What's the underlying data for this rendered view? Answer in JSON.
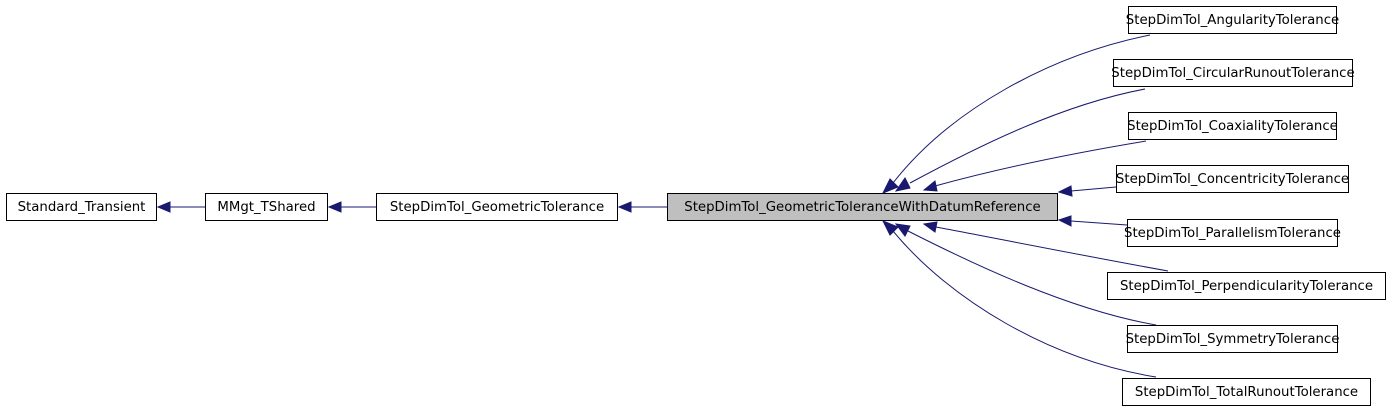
{
  "colors": {
    "edge": "#191970",
    "highlight_fill": "#bfbfbf",
    "node_fill": "#ffffff",
    "node_stroke": "#000000"
  },
  "nodes": {
    "standard_transient": "Standard_Transient",
    "mmgt_tshared": "MMgt_TShared",
    "geometric_tolerance": "StepDimTol_GeometricTolerance",
    "geometric_tolerance_with_datum_reference": "StepDimTol_GeometricToleranceWithDatumReference",
    "angularity_tolerance": "StepDimTol_AngularityTolerance",
    "circular_runout_tolerance": "StepDimTol_CircularRunoutTolerance",
    "coaxiality_tolerance": "StepDimTol_CoaxialityTolerance",
    "concentricity_tolerance": "StepDimTol_ConcentricityTolerance",
    "parallelism_tolerance": "StepDimTol_ParallelismTolerance",
    "perpendicularity_tolerance": "StepDimTol_PerpendicularityTolerance",
    "symmetry_tolerance": "StepDimTol_SymmetryTolerance",
    "total_runout_tolerance": "StepDimTol_TotalRunoutTolerance"
  }
}
